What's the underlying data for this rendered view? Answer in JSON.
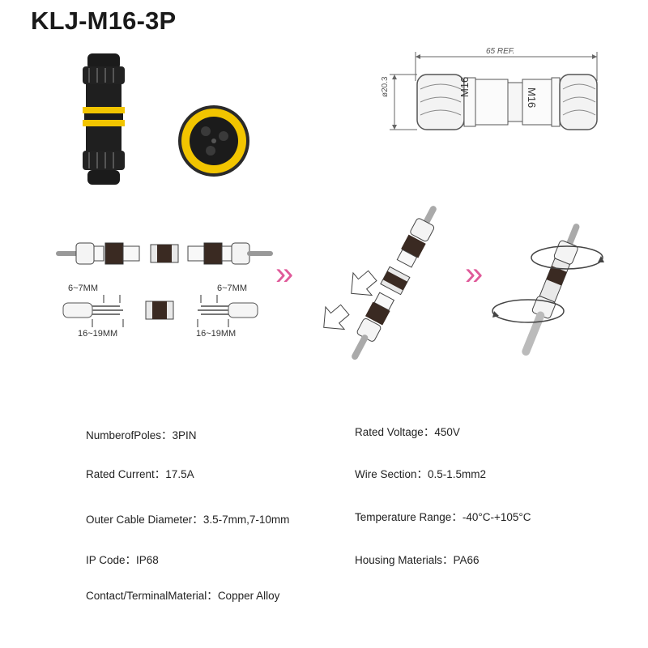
{
  "title": "KLJ-M16-3P",
  "dimension_drawing": {
    "length_label": "65 REF.",
    "diameter_label": "ø20.3",
    "thread_label_left": "M16",
    "thread_label_right": "M16"
  },
  "stripping_diagram": {
    "strip_short_left": "6~7MM",
    "strip_long_left": "16~19MM",
    "strip_short_right": "6~7MM",
    "strip_long_right": "16~19MM"
  },
  "step_arrow_glyph": "»",
  "colors": {
    "accent_yellow": "#f2c500",
    "body_black": "#1b1b1b",
    "step_arrow": "#e05a9a"
  },
  "specs": {
    "poles_label": "NumberofPoles：",
    "poles_value": "3PIN",
    "voltage_label": "Rated Voltage：",
    "voltage_value": "450V",
    "current_label": "Rated Current：",
    "current_value": "17.5A",
    "wire_label": "Wire Section：",
    "wire_value": "0.5-1.5mm2",
    "cable_label": "Outer Cable Diameter：",
    "cable_value": "3.5-7mm,7-10mm",
    "temp_label": "Temperature Range：",
    "temp_value": "-40°C-+105°C",
    "ip_label": "IP Code：",
    "ip_value": "IP68",
    "housing_label": "Housing Materials：",
    "housing_value": "PA66",
    "contact_label": "Contact/TerminalMaterial：",
    "contact_value": "Copper Alloy"
  }
}
